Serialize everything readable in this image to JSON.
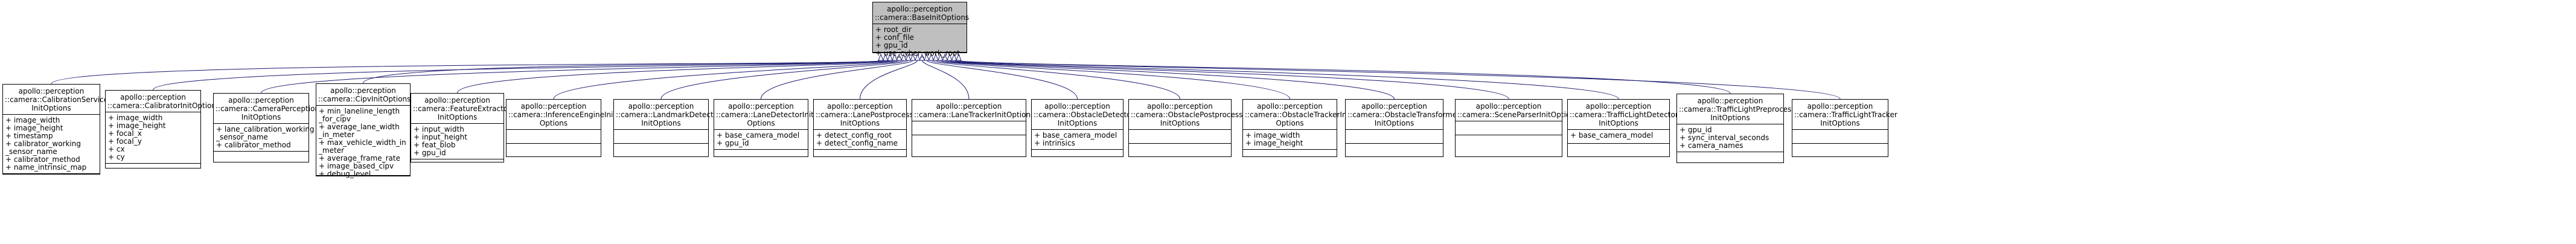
{
  "colors": {
    "edge": "#191970",
    "base_fill": "#bfbfbf",
    "node_fill": "#ffffff"
  },
  "base": {
    "name": [
      "apollo::perception",
      "::camera::BaseInitOptions"
    ],
    "attrs": [
      "+ root_dir",
      "+ conf_file",
      "+ gpu_id",
      "+ use_cyber_work_root"
    ]
  },
  "classes": [
    {
      "id": "CalibrationServiceInitOptions",
      "name": [
        "apollo::perception",
        "::camera::CalibrationService",
        "InitOptions"
      ],
      "attrs": [
        "+ image_width",
        "+ image_height",
        "+ timestamp",
        "+ calibrator_working",
        "_sensor_name",
        "+ calibrator_method",
        "+ name_intrinsic_map"
      ]
    },
    {
      "id": "CalibratorInitOptions",
      "name": [
        "apollo::perception",
        "::camera::CalibratorInitOptions"
      ],
      "attrs": [
        "+ image_width",
        "+ image_height",
        "+ focal_x",
        "+ focal_y",
        "+ cx",
        "+ cy"
      ]
    },
    {
      "id": "CameraPerceptionInitOptions",
      "name": [
        "apollo::perception",
        "::camera::CameraPerception",
        "InitOptions"
      ],
      "attrs": [
        "+ lane_calibration_working",
        "_sensor_name",
        "+ calibrator_method"
      ]
    },
    {
      "id": "CipvInitOptions",
      "name": [
        "apollo::perception",
        "::camera::CipvInitOptions"
      ],
      "attrs": [
        "+ min_laneline_length",
        "_for_cipv",
        "+ average_lane_width",
        "_in_meter",
        "+ max_vehicle_width_in",
        "_meter",
        "+ average_frame_rate",
        "+ image_based_cipv",
        "+ debug_level"
      ]
    },
    {
      "id": "FeatureExtractorInitOptions",
      "name": [
        "apollo::perception",
        "::camera::FeatureExtractor",
        "InitOptions"
      ],
      "attrs": [
        "+ input_width",
        "+ input_height",
        "+ feat_blob",
        "+ gpu_id"
      ]
    },
    {
      "id": "InferenceEngineInitOptions",
      "name": [
        "apollo::perception",
        "::camera::InferenceEngineInit",
        "Options"
      ],
      "attrs": []
    },
    {
      "id": "LandmarkDetectorInitOptions",
      "name": [
        "apollo::perception",
        "::camera::LandmarkDetector",
        "InitOptions"
      ],
      "attrs": []
    },
    {
      "id": "LaneDetectorInitOptions",
      "name": [
        "apollo::perception",
        "::camera::LaneDetectorInit",
        "Options"
      ],
      "attrs": [
        "+ base_camera_model",
        "+ gpu_id"
      ]
    },
    {
      "id": "LanePostprocessorInitOptions",
      "name": [
        "apollo::perception",
        "::camera::LanePostprocessor",
        "InitOptions"
      ],
      "attrs": [
        "+ detect_config_root",
        "+ detect_config_name"
      ]
    },
    {
      "id": "LaneTrackerInitOptions",
      "name": [
        "apollo::perception",
        "::camera::LaneTrackerInitOptions"
      ],
      "attrs": []
    },
    {
      "id": "ObstacleDetectorInitOptions",
      "name": [
        "apollo::perception",
        "::camera::ObstacleDetector",
        "InitOptions"
      ],
      "attrs": [
        "+ base_camera_model",
        "+ intrinsics"
      ]
    },
    {
      "id": "ObstaclePostprocessorInitOptions",
      "name": [
        "apollo::perception",
        "::camera::ObstaclePostprocessor",
        "InitOptions"
      ],
      "attrs": []
    },
    {
      "id": "ObstacleTrackerInitOptions",
      "name": [
        "apollo::perception",
        "::camera::ObstacleTrackerInit",
        "Options"
      ],
      "attrs": [
        "+ image_width",
        "+ image_height"
      ]
    },
    {
      "id": "ObstacleTransformerInitOptions",
      "name": [
        "apollo::perception",
        "::camera::ObstacleTransformer",
        "InitOptions"
      ],
      "attrs": []
    },
    {
      "id": "SceneParserInitOptions",
      "name": [
        "apollo::perception",
        "::camera::SceneParserInitOptions"
      ],
      "attrs": []
    },
    {
      "id": "TrafficLightDetectorInitOptions",
      "name": [
        "apollo::perception",
        "::camera::TrafficLightDetector",
        "InitOptions"
      ],
      "attrs": [
        "+ base_camera_model"
      ]
    },
    {
      "id": "TrafficLightPreprocessorInitOptions",
      "name": [
        "apollo::perception",
        "::camera::TrafficLightPreprocessor",
        "InitOptions"
      ],
      "attrs": [
        "+ gpu_id",
        "+ sync_interval_seconds",
        "+ camera_names"
      ]
    },
    {
      "id": "TrafficLightTrackerInitOptions",
      "name": [
        "apollo::perception",
        "::camera::TrafficLightTracker",
        "InitOptions"
      ],
      "attrs": []
    }
  ]
}
